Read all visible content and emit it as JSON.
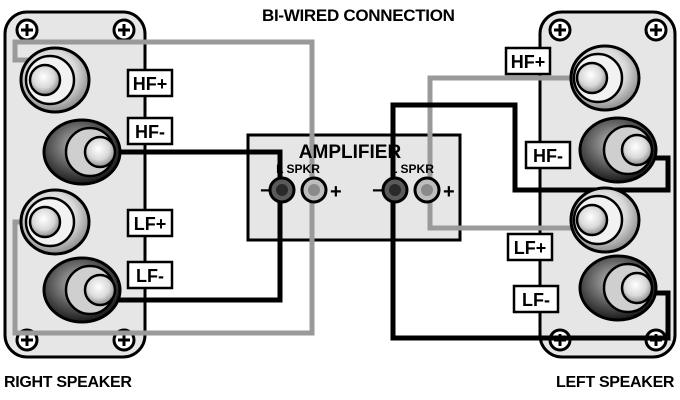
{
  "title": "BI-WIRED CONNECTION",
  "amplifier": {
    "label": "AMPLIFIER",
    "left_channel_label": "L SPKR",
    "right_channel_label": "L SPKR",
    "minus": "−",
    "plus": "+"
  },
  "right_speaker": {
    "caption": "RIGHT SPEAKER",
    "terminals": [
      "HF+",
      "HF-",
      "LF+",
      "LF-"
    ]
  },
  "left_speaker": {
    "caption": "LEFT SPEAKER",
    "terminals": [
      "HF+",
      "HF-",
      "LF+",
      "LF-"
    ]
  },
  "colors": {
    "panel": "#e6e6e6",
    "positive_wire": "#9a9a9a",
    "negative_wire": "#000000",
    "outline": "#000000"
  }
}
